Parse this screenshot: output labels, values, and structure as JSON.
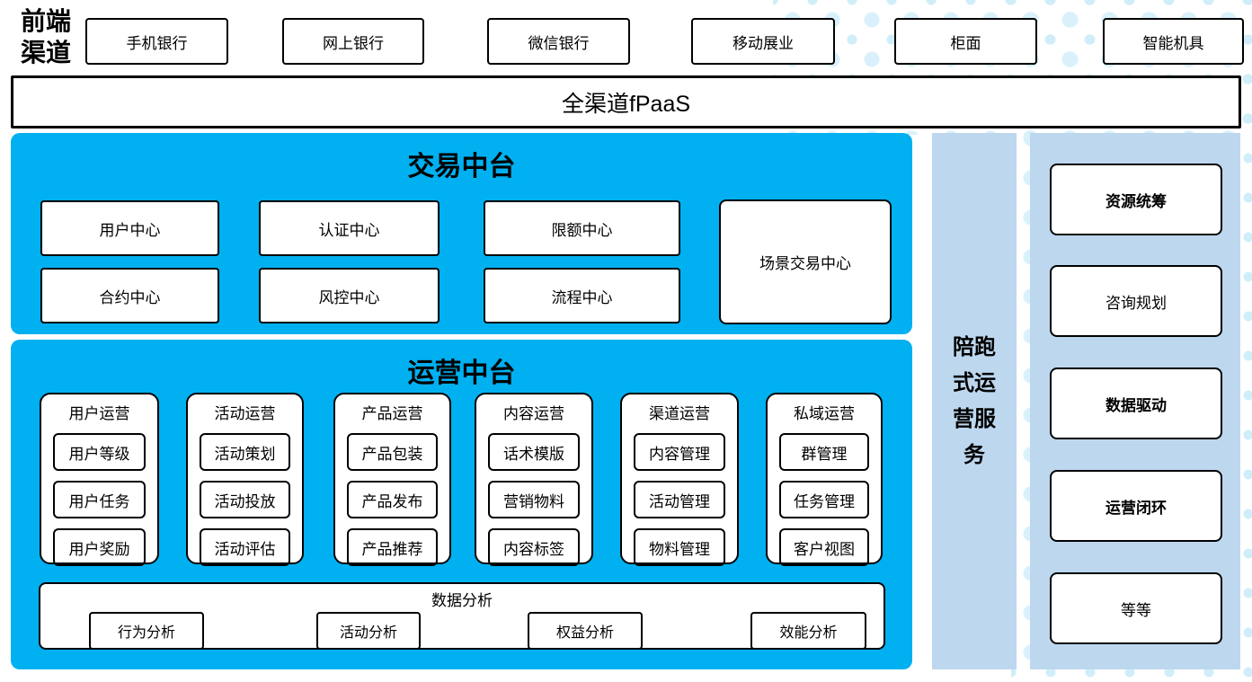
{
  "colors": {
    "accent_blue": "#00B0F0",
    "light_blue": "#BDD7EE",
    "dot_color": "#D9F1FB",
    "border_black": "#000000"
  },
  "front_channel_label": {
    "line1": "前端",
    "line2": "渠道"
  },
  "channels": [
    {
      "label": "手机银行"
    },
    {
      "label": "网上银行"
    },
    {
      "label": "微信银行"
    },
    {
      "label": "移动展业"
    },
    {
      "label": "柜面"
    },
    {
      "label": "智能机具"
    }
  ],
  "fpaas": {
    "label": "全渠道fPaaS"
  },
  "trade": {
    "title": "交易中台",
    "centers": [
      "用户中心",
      "认证中心",
      "限额中心",
      "合约中心",
      "风控中心",
      "流程中心"
    ],
    "scene_center": "场景交易中心"
  },
  "ops": {
    "title": "运营中台",
    "groups": [
      {
        "title": "用户运营",
        "items": [
          "用户等级",
          "用户任务",
          "用户奖励"
        ]
      },
      {
        "title": "活动运营",
        "items": [
          "活动策划",
          "活动投放",
          "活动评估"
        ]
      },
      {
        "title": "产品运营",
        "items": [
          "产品包装",
          "产品发布",
          "产品推荐"
        ]
      },
      {
        "title": "内容运营",
        "items": [
          "话术模版",
          "营销物料",
          "内容标签"
        ]
      },
      {
        "title": "渠道运营",
        "items": [
          "内容管理",
          "活动管理",
          "物料管理"
        ]
      },
      {
        "title": "私域运营",
        "items": [
          "群管理",
          "任务管理",
          "客户视图"
        ]
      }
    ],
    "analysis": {
      "title": "数据分析",
      "items": [
        "行为分析",
        "活动分析",
        "权益分析",
        "效能分析"
      ]
    }
  },
  "companion_bar": {
    "lines": [
      "陪跑",
      "式运",
      "营服",
      "务"
    ]
  },
  "services": [
    {
      "label": "资源统筹",
      "bold": true
    },
    {
      "label": "咨询规划",
      "bold": false
    },
    {
      "label": "数据驱动",
      "bold": true
    },
    {
      "label": "运营闭环",
      "bold": true
    },
    {
      "label": "等等",
      "bold": false
    }
  ]
}
